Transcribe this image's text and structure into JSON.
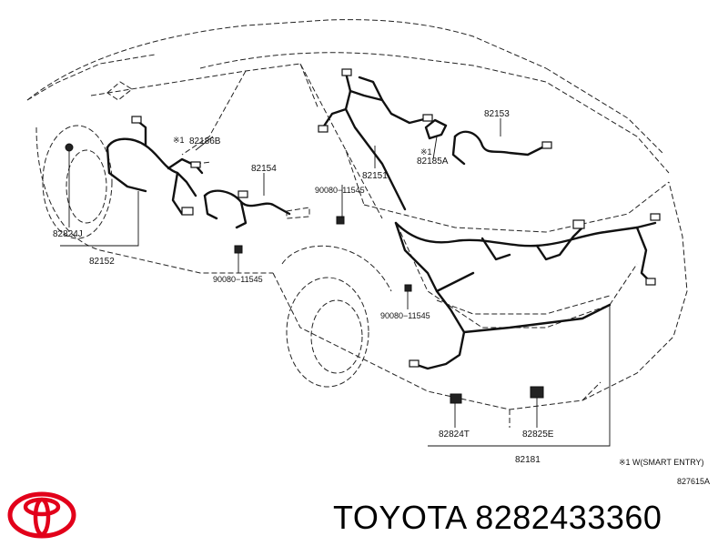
{
  "labels": {
    "p82186B": "82186B",
    "p82153": "82153",
    "p82154": "82154",
    "p82151": "82151",
    "p82185A": "82185A",
    "bolt_a": "90080−11545",
    "bolt_b": "90080−11545",
    "bolt_c": "90080−11545",
    "p82824J": "82824J",
    "p82152": "82152",
    "p82824T": "82824T",
    "p82825E": "82825E",
    "p82181": "82181",
    "mark1": "※1",
    "mark2": "※1"
  },
  "footnote": "※1 W(SMART ENTRY)",
  "figure_code": "827615A",
  "brand_line": "TOYOTA 8282433360",
  "colors": {
    "brand_red": "#e2001a",
    "ink": "#111111"
  },
  "icons": {
    "logo": "toyota-logo-icon"
  }
}
